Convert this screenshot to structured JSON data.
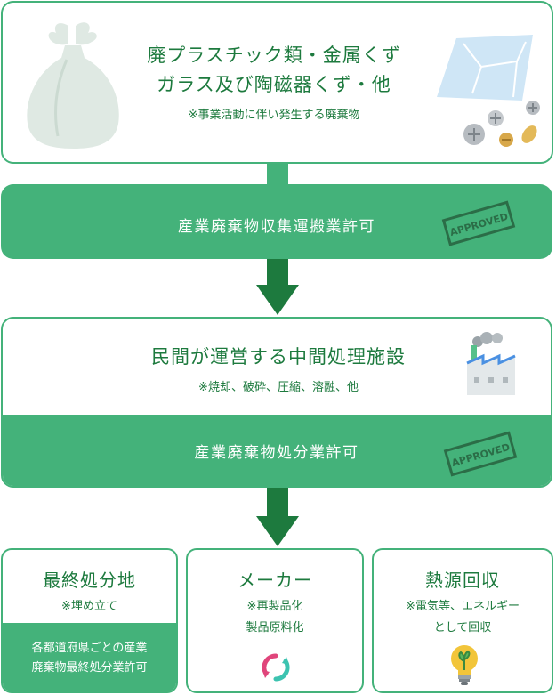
{
  "source": {
    "title_line1": "廃プラスチック類・金属くず",
    "title_line2": "ガラス及び陶磁器くず・他",
    "note": "※事業活動に伴い発生する廃棄物"
  },
  "transport_permit": {
    "label": "産業廃棄物収集運搬業許可",
    "stamp_text": "APPROVED"
  },
  "facility": {
    "title": "民間が運営する中間処理施設",
    "note": "※焼却、破砕、圧縮、溶融、他",
    "permit_label": "産業廃棄物処分業許可",
    "stamp_text": "APPROVED"
  },
  "destinations": [
    {
      "title": "最終処分地",
      "note_lines": [
        "※埋め立て"
      ],
      "permit_lines": [
        "各都道府県ごとの産業",
        "廃棄物最終処分業許可"
      ]
    },
    {
      "title": "メーカー",
      "note_lines": [
        "※再製品化",
        "製品原料化"
      ]
    },
    {
      "title": "熱源回収",
      "note_lines": [
        "※電気等、エネルギー",
        "として回収"
      ]
    }
  ],
  "colors": {
    "primary_green": "#44b27a",
    "dark_green": "#1d7a3e",
    "recycle_pink": "#e0457b",
    "recycle_teal": "#3cc3b0",
    "bulb_yellow": "#f2c53a"
  },
  "icons": [
    "garbage-bag-icon",
    "glass-shard-icon",
    "screws-icon",
    "approved-stamp-icon",
    "factory-icon",
    "recycle-icon",
    "light-bulb-icon"
  ]
}
